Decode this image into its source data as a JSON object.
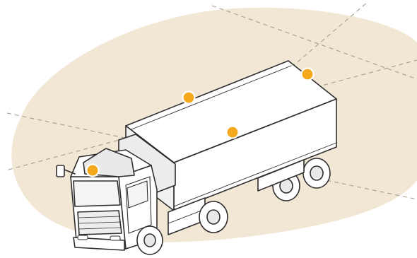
{
  "illustration": {
    "subject": "truck-sensor-coverage",
    "colors": {
      "background": "#ffffff",
      "coverage_zone": "#f2e7d4",
      "zone_divider": "#a59c90",
      "outline": "#2e2e2e",
      "body_fill": "#ffffff",
      "shade_fill": "#e9e9e9",
      "sensor_dot": "#f4a81c",
      "sensor_ring": "#ffffff"
    },
    "sensors": [
      {
        "name": "sensor-cab-roof"
      },
      {
        "name": "sensor-box-left-top-edge"
      },
      {
        "name": "sensor-box-right-top-edge"
      },
      {
        "name": "sensor-box-rear-corner"
      }
    ]
  }
}
